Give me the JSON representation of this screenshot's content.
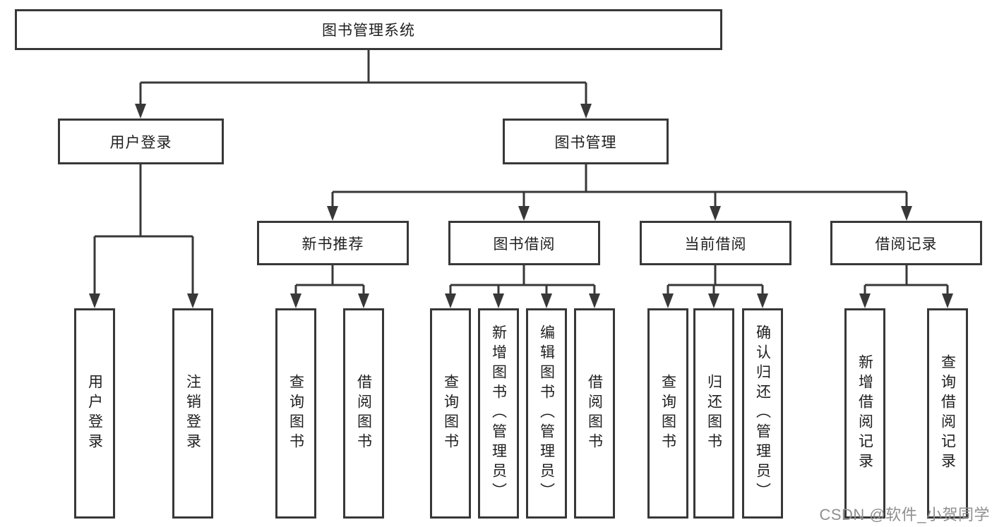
{
  "colors": {
    "line": "#383838",
    "text": "#1f1f1f",
    "watermark": "#8f8f8f",
    "background": "#ffffff"
  },
  "watermark": "CSDN @软件_小贺同学",
  "tree": {
    "root": "图书管理系统",
    "user_login": {
      "label": "用户登录",
      "children": [
        "用户登录",
        "注销登录"
      ]
    },
    "book_mgmt": {
      "label": "图书管理",
      "modules": [
        {
          "label": "新书推荐",
          "children": [
            "查询图书",
            "借阅图书"
          ]
        },
        {
          "label": "图书借阅",
          "children": [
            "查询图书",
            "新增图书（管理员）",
            "编辑图书（管理员）",
            "借阅图书"
          ]
        },
        {
          "label": "当前借阅",
          "children": [
            "查询图书",
            "归还图书",
            "确认归还（管理员）"
          ]
        },
        {
          "label": "借阅记录",
          "children": [
            "新增借阅记录",
            "查询借阅记录"
          ]
        }
      ]
    }
  }
}
